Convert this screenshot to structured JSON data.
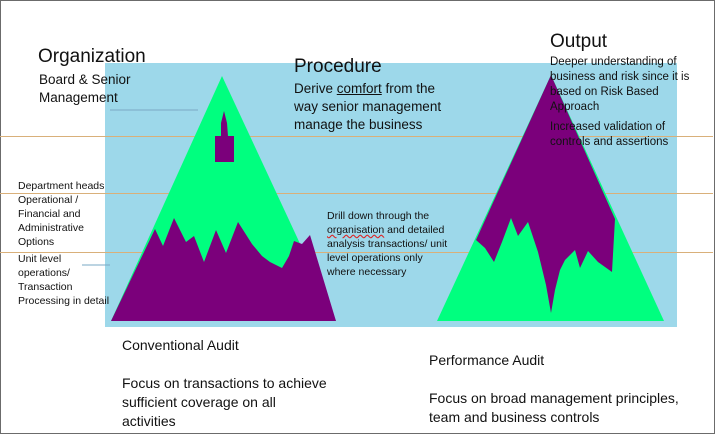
{
  "left": {
    "heading": "Organization",
    "board_lines": [
      "Board & Senior",
      "Management"
    ],
    "level_lines": [
      "Department heads",
      "Operational /",
      "Financial and",
      "Administrative",
      "Options",
      "Unit level",
      "operations/",
      "Transaction",
      "Processing in detail"
    ]
  },
  "middle": {
    "heading": "Procedure",
    "comfort_line": {
      "before": "Derive ",
      "underlined": "comfort",
      "after": " from the"
    },
    "rest_lines": [
      "way senior management",
      "manage the business"
    ],
    "drill_lines": [
      "Drill down through the"
    ],
    "drill_line2": {
      "wavy": "organisation",
      "after": " and detailed"
    },
    "drill_rest": [
      "analysis transactions/ unit",
      "level operations only",
      "where necessary"
    ]
  },
  "right": {
    "heading": "Output",
    "lines": [
      "Deeper understanding of",
      "business and risk since it is",
      "based on Risk Based",
      "Approach",
      "Increased validation  of",
      "controls and assertions"
    ]
  },
  "conventional": {
    "title": "Conventional Audit",
    "lines": [
      "Focus on transactions to achieve",
      "sufficient coverage on all",
      "activities"
    ]
  },
  "performance": {
    "title": "Performance Audit",
    "lines": [
      "Focus on broad management principles,",
      "team and business  controls"
    ]
  },
  "colors": {
    "panel": "#9dd8ea",
    "green": "#00ff7f",
    "purple": "#7b007b"
  }
}
